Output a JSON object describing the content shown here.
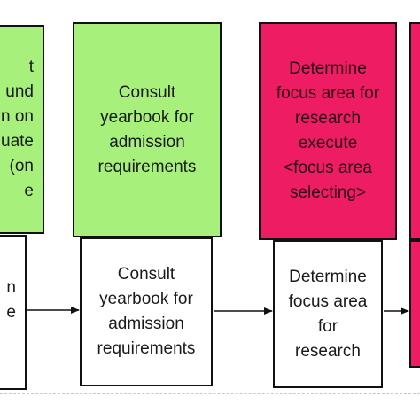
{
  "diagram": {
    "colors": {
      "activity": "#a8f07c",
      "highlight": "#ee1c62",
      "step": "#ffffff",
      "border": "#111111"
    },
    "top_row": [
      {
        "id": "top-1",
        "color": "green",
        "clipped": true,
        "lines": [
          "t",
          "und",
          "n on",
          "uate",
          "(on",
          "e"
        ]
      },
      {
        "id": "top-2",
        "color": "green",
        "lines": [
          "Consult",
          "yearbook for",
          "admission",
          "requirements"
        ]
      },
      {
        "id": "top-3",
        "color": "red",
        "lines": [
          "Determine",
          "focus area for",
          "research",
          "execute",
          "<focus area",
          "selecting>"
        ]
      },
      {
        "id": "top-4",
        "color": "red",
        "clipped": true,
        "lines": []
      }
    ],
    "bottom_row": [
      {
        "id": "bottom-1",
        "clipped": true,
        "lines": [
          "n",
          "e",
          ""
        ]
      },
      {
        "id": "bottom-2",
        "lines": [
          "Consult",
          "yearbook for",
          "admission",
          "requirements"
        ]
      },
      {
        "id": "bottom-3",
        "lines": [
          "Determine",
          "focus area",
          "for",
          "research"
        ]
      },
      {
        "id": "bottom-4",
        "color": "red",
        "clipped": true,
        "lines": []
      }
    ]
  }
}
